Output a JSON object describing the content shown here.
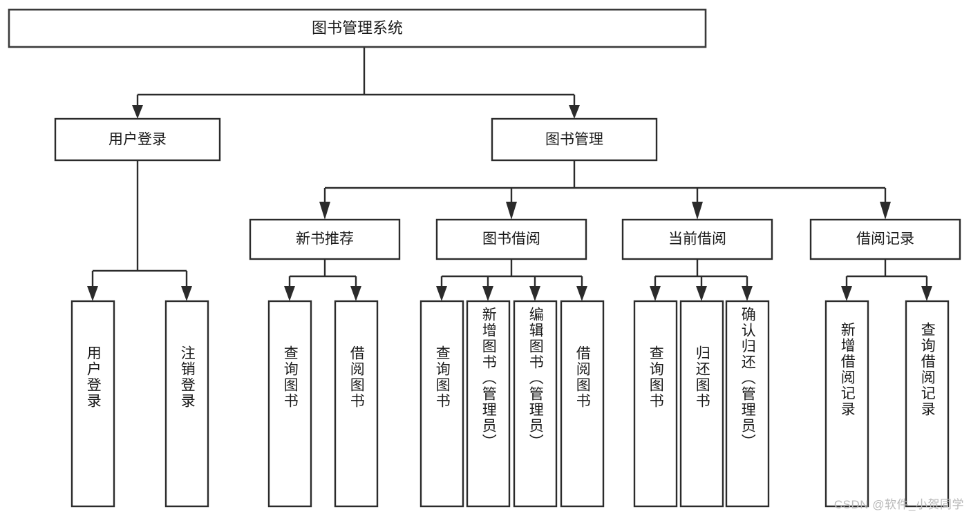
{
  "diagram": {
    "title": "图书管理系统",
    "type": "hierarchy-tree",
    "orientation": "top-down",
    "levels": 4,
    "colors": {
      "box_fill": "#ffffff",
      "box_stroke": "#2b2b2b",
      "connector": "#2b2b2b",
      "text": "#1a1a1a",
      "background": "#ffffff",
      "watermark": "#b9b9b9"
    }
  },
  "root": {
    "label": "图书管理系统"
  },
  "level2": {
    "user_login": {
      "label": "用户登录"
    },
    "book_management": {
      "label": "图书管理"
    }
  },
  "level3": {
    "new_book_recommend": {
      "label": "新书推荐"
    },
    "book_borrow": {
      "label": "图书借阅"
    },
    "current_borrow": {
      "label": "当前借阅"
    },
    "borrow_record": {
      "label": "借阅记录"
    }
  },
  "leaves": {
    "user_login": [
      {
        "label": "用户登录"
      },
      {
        "label": "注销登录"
      }
    ],
    "new_book_recommend": [
      {
        "label": "查询图书"
      },
      {
        "label": "借阅图书"
      }
    ],
    "book_borrow": [
      {
        "label": "查询图书"
      },
      {
        "label": "新增图书（管理员）"
      },
      {
        "label": "编辑图书（管理员）"
      },
      {
        "label": "借阅图书"
      }
    ],
    "current_borrow": [
      {
        "label": "查询图书"
      },
      {
        "label": "归还图书"
      },
      {
        "label": "确认归还（管理员）"
      }
    ],
    "borrow_record": [
      {
        "label": "新增借阅记录"
      },
      {
        "label": "查询借阅记录"
      }
    ]
  },
  "watermark": {
    "text": "CSDN @软件_小贺同学"
  }
}
